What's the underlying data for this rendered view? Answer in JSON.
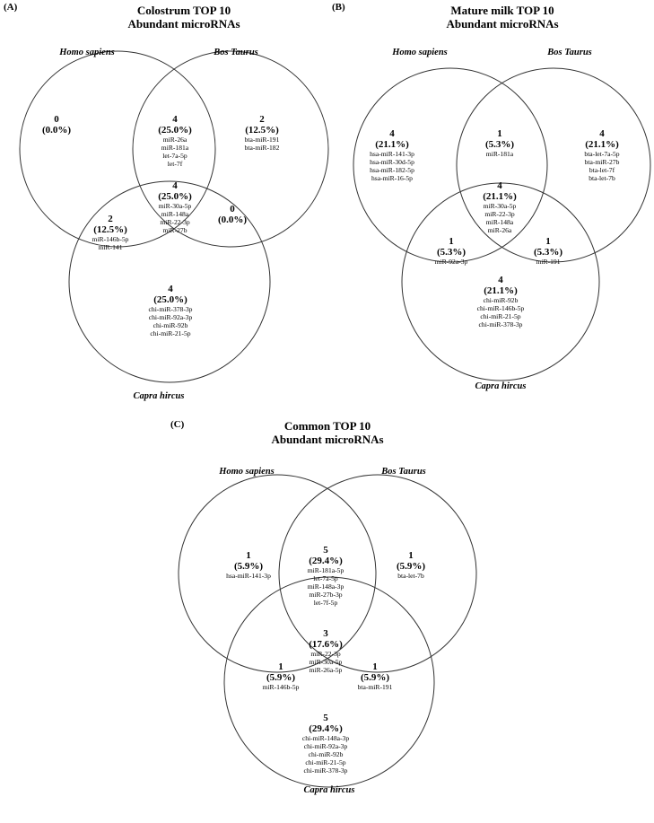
{
  "colors": {
    "stroke": "#333333",
    "text": "#000000",
    "background": "#ffffff"
  },
  "panels": [
    {
      "id": "A",
      "letter": "(A)",
      "title_line1": "Colostrum TOP 10",
      "title_line2": "Abundant microRNAs",
      "species": {
        "top_left": "Homo sapiens",
        "top_right": "Bos Taurus",
        "bottom": "Capra hircus"
      },
      "regions": [
        {
          "key": "hs_only",
          "count": "0",
          "percent": "(0.0%)",
          "items": []
        },
        {
          "key": "hs_bt",
          "count": "4",
          "percent": "(25.0%)",
          "items": [
            "miR-26a",
            "miR-181a",
            "let-7a-5p",
            "let-7f"
          ]
        },
        {
          "key": "bt_only",
          "count": "2",
          "percent": "(12.5%)",
          "items": [
            "bta-miR-191",
            "bta-miR-182"
          ]
        },
        {
          "key": "all",
          "count": "4",
          "percent": "(25.0%)",
          "items": [
            "miR-30a-5p",
            "miR-148a",
            "miR-22-3p",
            "miR-27b"
          ]
        },
        {
          "key": "hs_ch",
          "count": "2",
          "percent": "(12.5%)",
          "items": [
            "miR-146b-5p",
            "miR-141"
          ]
        },
        {
          "key": "bt_ch",
          "count": "0",
          "percent": "(0.0%)",
          "items": []
        },
        {
          "key": "ch_only",
          "count": "4",
          "percent": "(25.0%)",
          "items": [
            "chi-miR-378-3p",
            "chi-miR-92a-3p",
            "chi-miR-92b",
            "chi-miR-21-5p"
          ]
        }
      ]
    },
    {
      "id": "B",
      "letter": "(B)",
      "title_line1": "Mature milk TOP 10",
      "title_line2": "Abundant microRNAs",
      "species": {
        "top_left": "Homo sapiens",
        "top_right": "Bos Taurus",
        "bottom": "Capra hircus"
      },
      "regions": [
        {
          "key": "hs_only",
          "count": "4",
          "percent": "(21.1%)",
          "items": [
            "hsa-miR-141-3p",
            "hsa-miR-30d-5p",
            "hsa-miR-182-5p",
            "hsa-miR-16-5p"
          ]
        },
        {
          "key": "hs_bt",
          "count": "1",
          "percent": "(5.3%)",
          "items": [
            "miR-181a"
          ]
        },
        {
          "key": "bt_only",
          "count": "4",
          "percent": "(21.1%)",
          "items": [
            "bta-let-7a-5p",
            "bta-miR-27b",
            "bta-let-7f",
            "bta-let-7b"
          ]
        },
        {
          "key": "all",
          "count": "4",
          "percent": "(21.1%)",
          "items": [
            "miR-30a-5p",
            "miR-22-3p",
            "miR-148a",
            "miR-26a"
          ]
        },
        {
          "key": "hs_ch",
          "count": "1",
          "percent": "(5.3%)",
          "items": [
            "miR-92a-3p"
          ]
        },
        {
          "key": "bt_ch",
          "count": "1",
          "percent": "(5.3%)",
          "items": [
            "miR-191"
          ]
        },
        {
          "key": "ch_only",
          "count": "4",
          "percent": "(21.1%)",
          "items": [
            "chi-miR-92b",
            "chi-miR-146b-5p",
            "chi-miR-21-5p",
            "chi-miR-378-3p"
          ]
        }
      ]
    },
    {
      "id": "C",
      "letter": "(C)",
      "title_line1": "Common TOP 10",
      "title_line2": "Abundant microRNAs",
      "species": {
        "top_left": "Homo sapiens",
        "top_right": "Bos Taurus",
        "bottom": "Capra hircus"
      },
      "regions": [
        {
          "key": "hs_only",
          "count": "1",
          "percent": "(5.9%)",
          "items": [
            "hsa-miR-141-3p"
          ]
        },
        {
          "key": "hs_bt",
          "count": "5",
          "percent": "(29.4%)",
          "items": [
            "miR-181a-5p",
            "let-7a-5p",
            "miR-148a-3p",
            "miR-27b-3p",
            "let-7f-5p"
          ]
        },
        {
          "key": "bt_only",
          "count": "1",
          "percent": "(5.9%)",
          "items": [
            "bta-let-7b"
          ]
        },
        {
          "key": "all",
          "count": "3",
          "percent": "(17.6%)",
          "items": [
            "miR-22-3p",
            "miR-30a-5p",
            "miR-26a-5p"
          ]
        },
        {
          "key": "hs_ch",
          "count": "1",
          "percent": "(5.9%)",
          "items": [
            "miR-146b-5p"
          ]
        },
        {
          "key": "bt_ch",
          "count": "1",
          "percent": "(5.9%)",
          "items": [
            "bta-miR-191"
          ]
        },
        {
          "key": "ch_only",
          "count": "5",
          "percent": "(29.4%)",
          "items": [
            "chi-miR-148a-3p",
            "chi-miR-92a-3p",
            "chi-miR-92b",
            "chi-miR-21-5p",
            "chi-miR-378-3p"
          ]
        }
      ]
    }
  ]
}
